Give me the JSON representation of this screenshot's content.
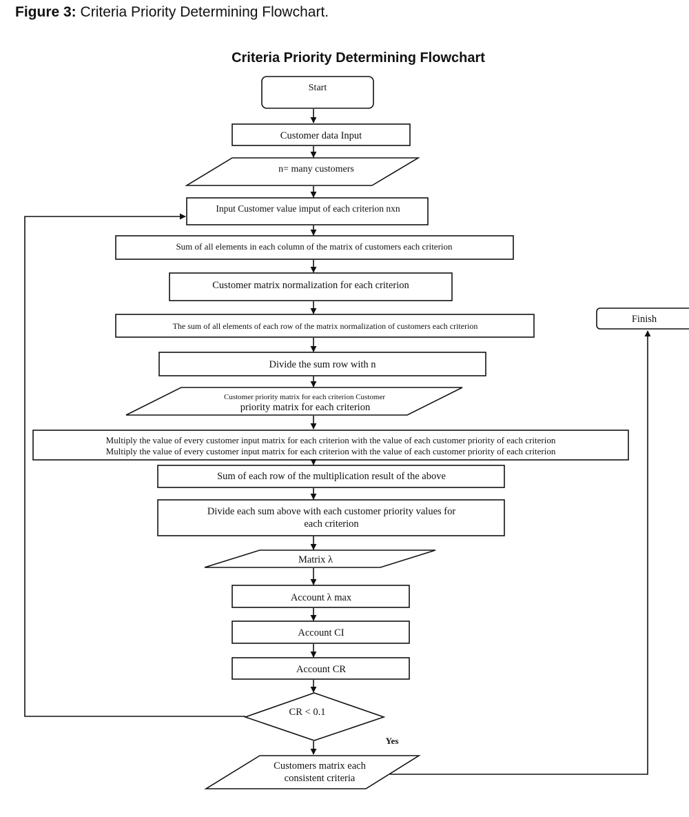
{
  "caption": {
    "label": "Figure 3:",
    "text": "Criteria Priority Determining Flowchart."
  },
  "chart_title": "Criteria Priority Determining Flowchart",
  "nodes": {
    "start": "Start",
    "customer_data_input": "Customer data Input",
    "n_many_customers": "n= many customers",
    "input_customer_value": "Input Customer value imput of each criterion nxn",
    "sum_columns": "Sum of all elements in each column of the matrix of customers each criterion",
    "normalization": "Customer matrix normalization for each criterion",
    "sum_rows": "The sum of all elements of each row of the matrix normalization of customers each criterion",
    "divide_sum_row": "Divide the sum row with n",
    "priority_matrix_line1": "Customer priority matrix for each criterion Customer",
    "priority_matrix_line2": "priority matrix for each criterion",
    "multiply_line1": "Multiply the value of every customer input matrix for each criterion with the value of each customer priority of each criterion",
    "multiply_line2": "Multiply the value of every customer input matrix for each criterion with the value of each customer priority of each criterion",
    "sum_each_row": "Sum of each row of the multiplication result of the above",
    "divide_each_sum_line1": "Divide each sum above with each customer priority values for",
    "divide_each_sum_line2": "each criterion",
    "matrix_lambda": "Matrix λ",
    "account_lambda_max": "Account  λ max",
    "account_ci": "Account CI",
    "account_cr": "Account CR",
    "decision": "CR < 0.1",
    "yes": "Yes",
    "consistent_line1": "Customers matrix each",
    "consistent_line2": "consistent criteria",
    "finish": "Finish"
  }
}
